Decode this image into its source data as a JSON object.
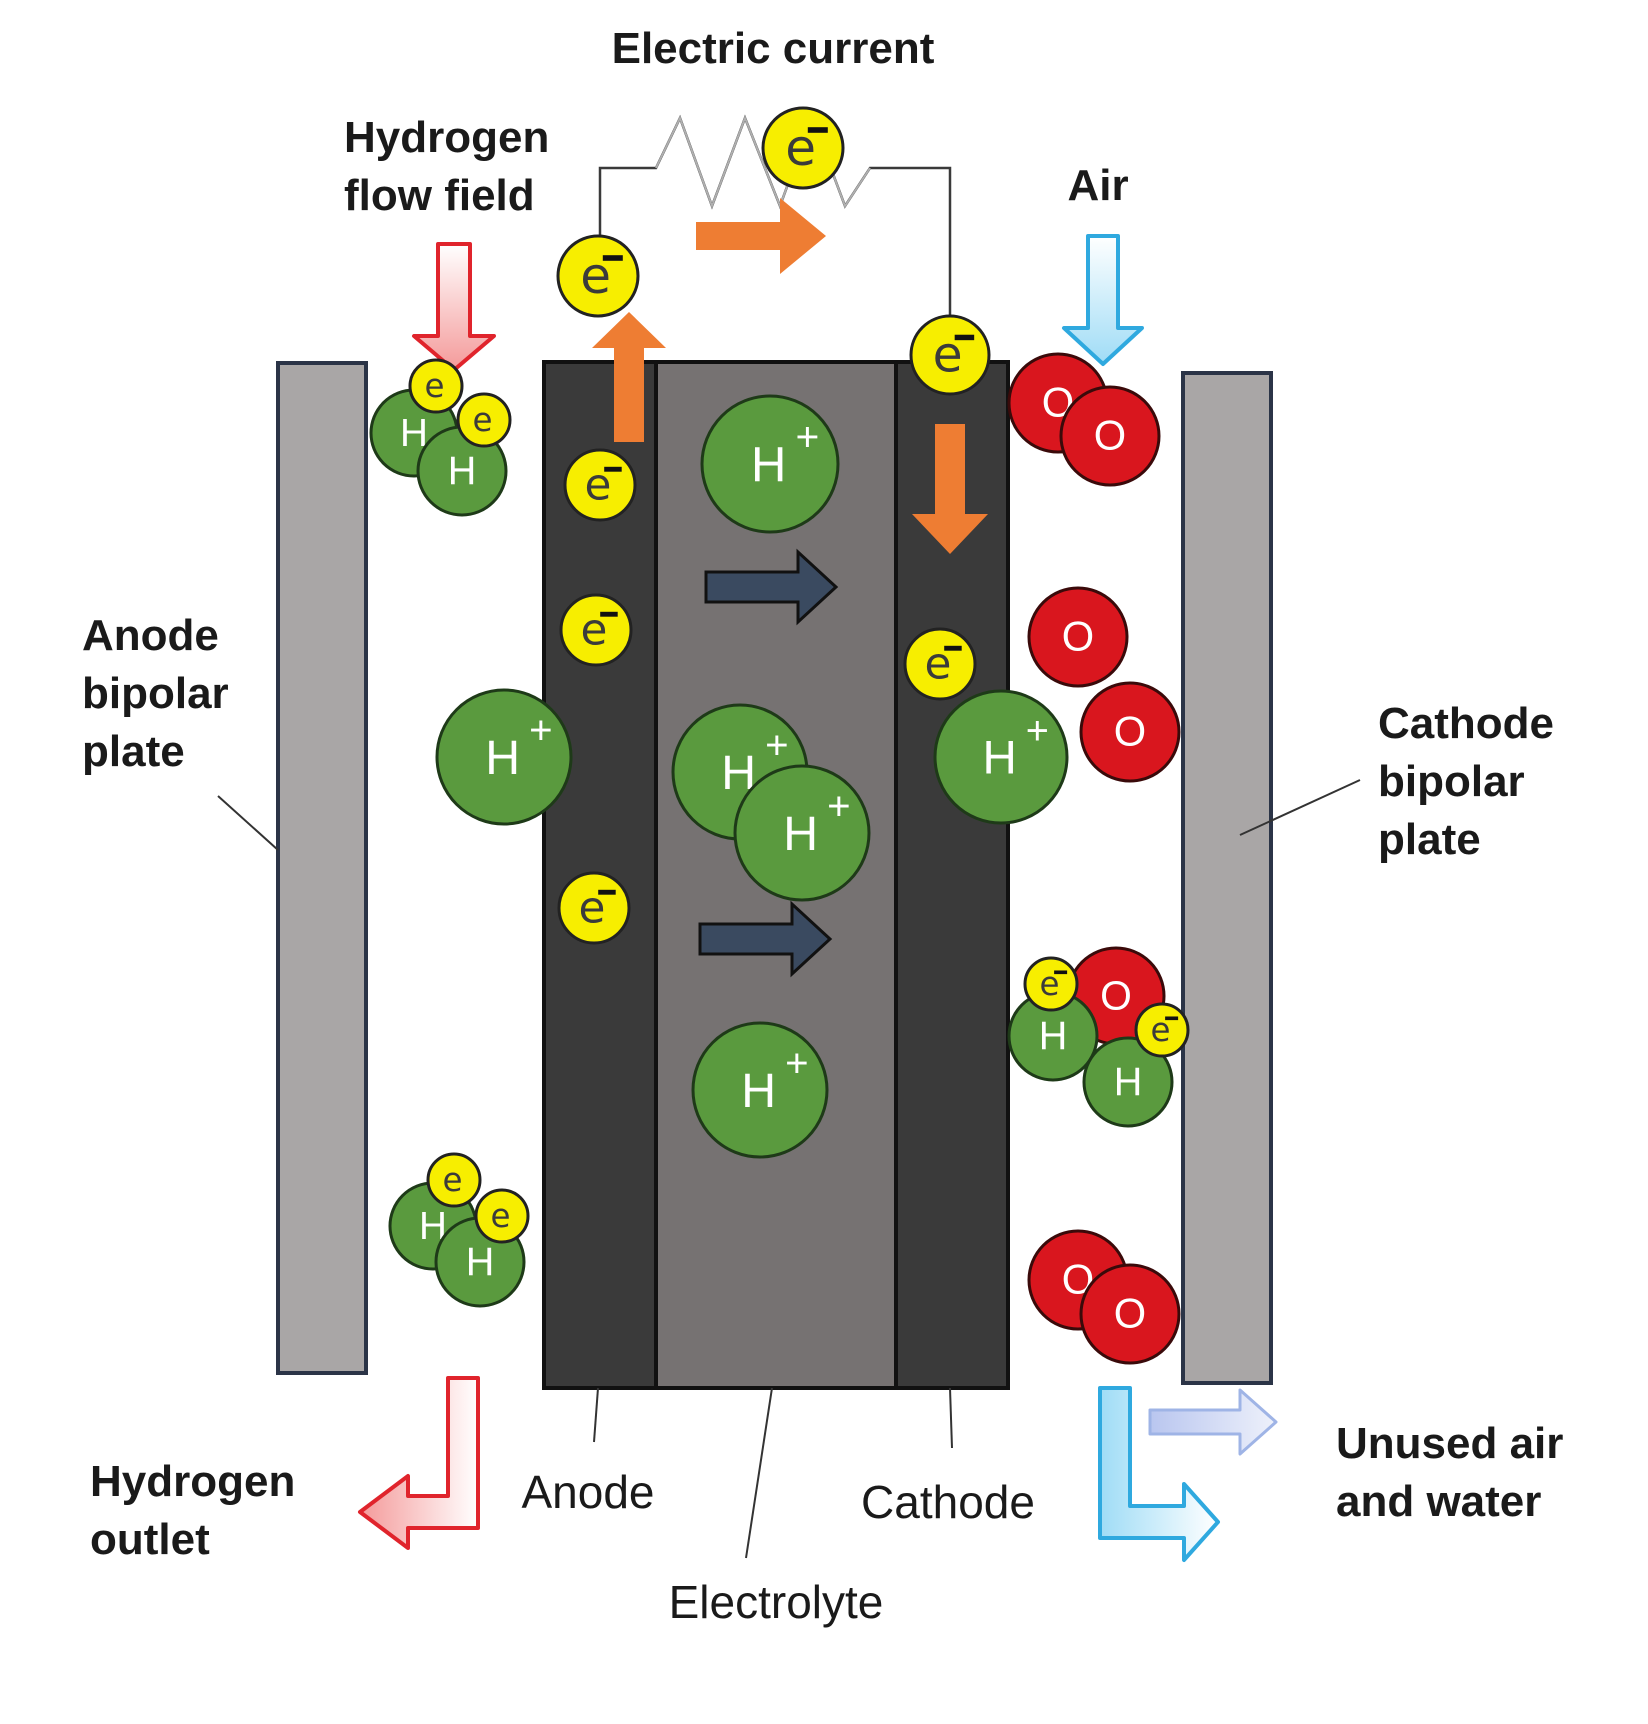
{
  "labels": {
    "electric_current": "Electric current",
    "hydrogen_flow_field_1": "Hydrogen",
    "hydrogen_flow_field_2": "flow field",
    "air": "Air",
    "anode_bipolar_plate_1": "Anode",
    "anode_bipolar_plate_2": "bipolar",
    "anode_bipolar_plate_3": "plate",
    "cathode_bipolar_plate_1": "Cathode",
    "cathode_bipolar_plate_2": "bipolar",
    "cathode_bipolar_plate_3": "plate",
    "hydrogen_outlet_1": "Hydrogen",
    "hydrogen_outlet_2": "outlet",
    "anode": "Anode",
    "cathode": "Cathode",
    "electrolyte": "Electrolyte",
    "unused_air_water_1": "Unused air",
    "unused_air_water_2": "and water"
  },
  "symbols": {
    "electron": "e",
    "electron_charge": "-",
    "hydrogen": "H",
    "proton_charge": "+",
    "oxygen": "O"
  },
  "colors": {
    "hydrogen_green": "#5a9a3e",
    "oxygen_red": "#d9161e",
    "electron_yellow": "#f7ee00",
    "electrode_dark": "#3a3a3a",
    "electrolyte_gray": "#767272",
    "plate_gray": "#a9a6a6",
    "outline_navy": "#2b3447",
    "arrow_orange": "#ee7d33",
    "arrow_navy": "#3a4a60",
    "hydrogen_arrow_red": "#e0242c",
    "air_arrow_blue": "#2fa9df",
    "unused_arrow_lavender": "#9fb4e6"
  }
}
